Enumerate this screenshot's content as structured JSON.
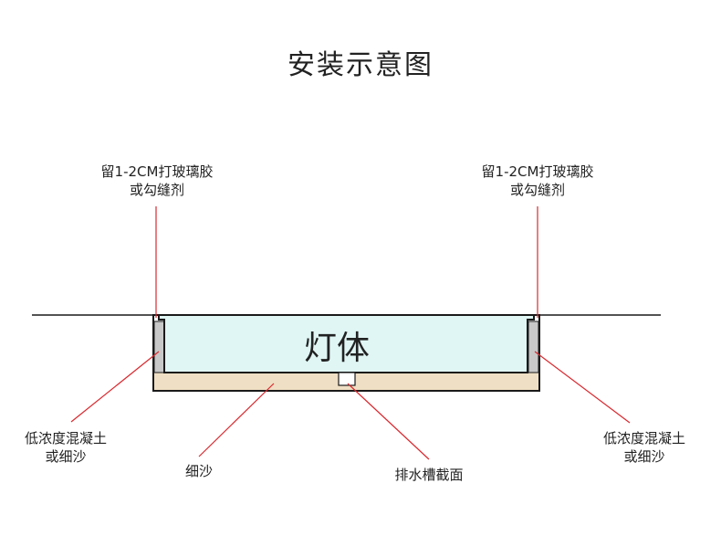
{
  "title": "安装示意图",
  "labels": {
    "gap_left_line1": "留1-2CM打玻璃胶",
    "gap_left_line2": "或勾缝剂",
    "gap_right_line1": "留1-2CM打玻璃胶",
    "gap_right_line2": "或勾缝剂",
    "concrete_left_line1": "低浓度混凝土",
    "concrete_left_line2": "或细沙",
    "concrete_right_line1": "低浓度混凝土",
    "concrete_right_line2": "或细沙",
    "sand": "细沙",
    "drain": "排水槽截面",
    "lamp_body": "灯体"
  },
  "colors": {
    "lamp_fill": "#dff6f4",
    "concrete_fill": "#c8c8c8",
    "sand_fill": "#efdfc4",
    "leader_line": "#d9292f",
    "outline": "#1a1a1a"
  }
}
